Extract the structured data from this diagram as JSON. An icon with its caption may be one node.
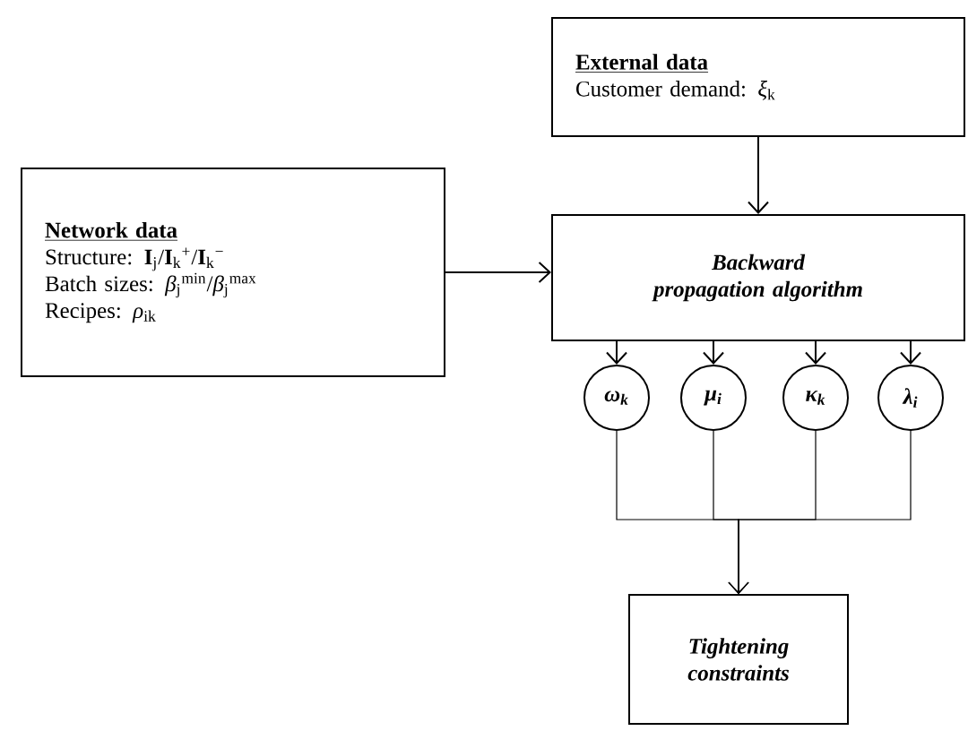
{
  "diagram": {
    "nodes": [
      {
        "text": [
          "**External data**",
          "Customer demand: *ξ*$_{k}$"
        ]
      },
      {
        "text": [
          "**Network data**",
          "Structure: **I**$_{j}$/**I**$_{k}$$^{+}$/**I**$_{k}$$^{−}$",
          "Batch sizes: *β*$_{j}$$^{min}$/*β*$_{j}$$^{max}$",
          "Recipes: *ρ*$_{ik}$"
        ]
      },
      {
        "text": [
          "Backward propagation algorithm"
        ]
      },
      {
        "text": [
          "ω$_{k}$"
        ]
      },
      {
        "text": [
          "μ$_{i}$"
        ]
      },
      {
        "text": [
          "κ$_{k}$"
        ]
      },
      {
        "text": [
          "λ$_{i}$"
        ]
      },
      {
        "text": [
          "Tightening constraints"
        ]
      }
    ],
    "edges": [
      {
        "from": 0,
        "to": 2,
        "arrow": "to"
      },
      {
        "from": 1,
        "to": 2,
        "arrow": "to"
      },
      {
        "from": 2,
        "to": 3,
        "arrow": "to"
      },
      {
        "from": 2,
        "to": 4,
        "arrow": "to"
      },
      {
        "from": 2,
        "to": 5,
        "arrow": "to"
      },
      {
        "from": 2,
        "to": 6,
        "arrow": "to"
      },
      {
        "from": 3,
        "to": 7,
        "arrow": "to"
      },
      {
        "from": 4,
        "to": 7,
        "arrow": "to"
      },
      {
        "from": 5,
        "to": 7,
        "arrow": "to"
      },
      {
        "from": 6,
        "to": 7,
        "arrow": "to"
      }
    ]
  }
}
